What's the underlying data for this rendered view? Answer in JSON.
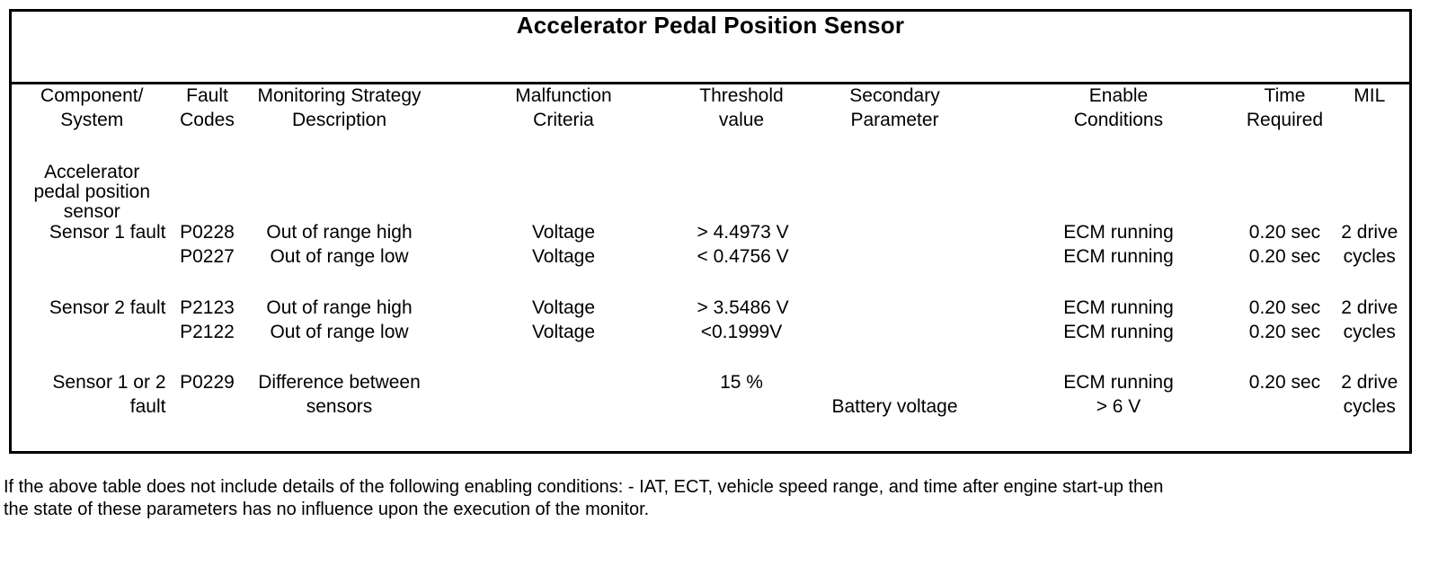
{
  "document": {
    "title": "Accelerator Pedal Position Sensor"
  },
  "table": {
    "headers": [
      {
        "line1": "Component/",
        "line2": "System"
      },
      {
        "line1": "Fault",
        "line2": "Codes"
      },
      {
        "line1": "Monitoring Strategy",
        "line2": "Description"
      },
      {
        "line1": "Malfunction",
        "line2": "Criteria"
      },
      {
        "line1": "Threshold",
        "line2": "value"
      },
      {
        "line1": "Secondary",
        "line2": "Parameter"
      },
      {
        "line1": "Enable",
        "line2": "Conditions"
      },
      {
        "line1": "Time",
        "line2": "Required"
      },
      {
        "line1": "MIL",
        "line2": ""
      }
    ],
    "component": {
      "name_line1": "Accelerator",
      "name_line2": "pedal position",
      "name_line3": "sensor",
      "sensor1_label": "Sensor 1 fault",
      "sensor2_label": "Sensor 2  fault",
      "sensor12_label_line1": "Sensor 1 or 2",
      "sensor12_label_line2": "fault"
    },
    "fault_codes": {
      "code1": "P0228",
      "code2": "P0227",
      "code3": "P2123",
      "code4": "P2122",
      "code5": "P0229"
    },
    "monitoring_strategy": {
      "s1_high": "Out of range high",
      "s1_low": "Out of range low",
      "s2_high": "Out of range high",
      "s2_low": "Out of range low",
      "diff_line1": "Difference between",
      "diff_line2": "sensors"
    },
    "malfunction_criteria": {
      "m1": "Voltage",
      "m2": "Voltage",
      "m3": "Voltage",
      "m4": "Voltage",
      "m5": ""
    },
    "threshold_value": {
      "t1": "> 4.4973 V",
      "t2": "< 0.4756 V",
      "t3": "> 3.5486 V",
      "t4": "<0.1999V",
      "t5": "15 %"
    },
    "secondary_parameter": {
      "p5": "Battery voltage"
    },
    "enable_conditions": {
      "e1": "ECM running",
      "e2": "ECM running",
      "e3": "ECM running",
      "e4": "ECM running",
      "e5_line1": "ECM running",
      "e5_line2": "> 6 V"
    },
    "time_required": {
      "r1": "0.20 sec",
      "r2": "0.20 sec",
      "r3": "0.20 sec",
      "r4": "0.20 sec",
      "r5": "0.20 sec"
    },
    "mil": {
      "g1_line1": "2 drive",
      "g1_line2": "cycles",
      "g2_line1": "2 drive",
      "g2_line2": "cycles",
      "g3_line1": "2 drive",
      "g3_line2": "cycles"
    }
  },
  "footnote": {
    "line1": "If the above table does not include details of the following enabling conditions: - IAT, ECT, vehicle speed range, and time after engine start-up then",
    "line2": "the state of these parameters has no influence upon the execution of the monitor."
  },
  "colors": {
    "ink": "#000000",
    "paper": "#ffffff"
  }
}
